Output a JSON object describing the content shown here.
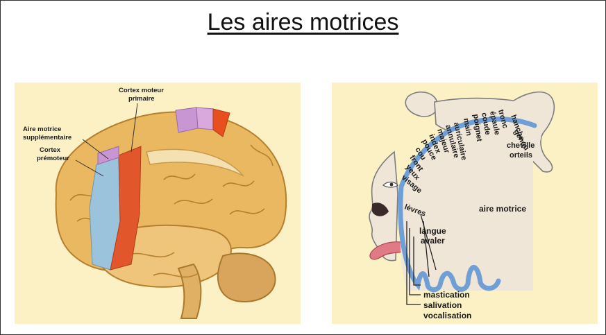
{
  "slide": {
    "title": "Les aires motrices"
  },
  "brain_figure": {
    "labels": {
      "primary_motor_line1": "Cortex moteur",
      "primary_motor_line2": "primaire",
      "sma_line1": "Aire motrice",
      "sma_line2": "supplémentaire",
      "premotor_line1": "Cortex",
      "premotor_line2": "prémoteur"
    },
    "colors": {
      "background": "#fbf1c4",
      "brain": "#e9b860",
      "primary_motor": "#e2562c",
      "premotor": "#9cc3dc",
      "supplementary": "#c896d2"
    }
  },
  "homunculus_figure": {
    "body_parts": [
      "hanche",
      "tronc",
      "épaule",
      "coude",
      "poignet",
      "main",
      "genou",
      "cheville",
      "orteils",
      "auriculaire",
      "annulaire",
      "majeur",
      "index",
      "pouce",
      "cou",
      "front",
      "yeux",
      "visage",
      "lèvres"
    ],
    "region_label": "aire motrice",
    "mouth_labels": {
      "tongue_line1": "langue",
      "tongue_line2": "avaler"
    },
    "functions": [
      "mastication",
      "salivation",
      "vocalisation"
    ],
    "colors": {
      "cortex_band": "#6f9fd4",
      "cortex_fill": "#efe6d8",
      "tongue": "#e07a84"
    }
  }
}
